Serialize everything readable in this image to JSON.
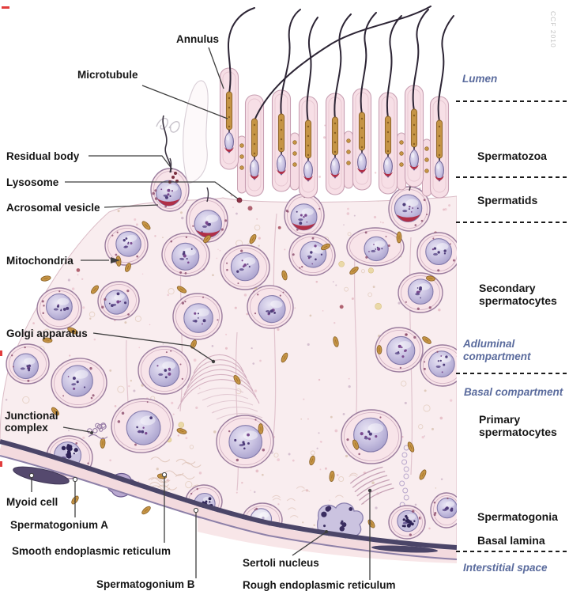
{
  "watermark": "CCF 2010",
  "left_labels": {
    "annulus": "Annulus",
    "microtubule": "Microtubule",
    "residual_body": "Residual body",
    "lysosome": "Lysosome",
    "acrosomal_vesicle": "Acrosomal vesicle",
    "mitochondria": "Mitochondria",
    "golgi_apparatus": "Golgi apparatus",
    "junctional_complex": "Junctional complex",
    "myoid_cell": "Myoid cell",
    "spermatogonium_a": "Spermatogonium A",
    "smooth_er": "Smooth endoplasmic reticulum",
    "spermatogonium_b": "Spermatogonium B",
    "sertoli_nucleus": "Sertoli nucleus",
    "rough_er": "Rough endoplasmic reticulum"
  },
  "right_labels": {
    "lumen": "Lumen",
    "spermatozoa": "Spermatozoa",
    "spermatids": "Spermatids",
    "secondary_spermatocytes": "Secondary spermatocytes",
    "adluminal_compartment": "Adluminal compartment",
    "basal_compartment": "Basal compartment",
    "primary_spermatocytes": "Primary spermatocytes",
    "spermatogonia": "Spermatogonia",
    "basal_lamina": "Basal lamina",
    "interstitial_space": "Interstitial space"
  },
  "colors": {
    "region_label_blue": "#5a6b9d",
    "label_black": "#161616",
    "tissue_pink": "#f9edef",
    "cell_cytoplasm": "#f8e4e9",
    "nucleus_lavender": "#b3abd4",
    "mitochondria_gold": "#c59445",
    "basal_lamina_dark": "#4b4568",
    "acrosome_red": "#b02f47"
  }
}
